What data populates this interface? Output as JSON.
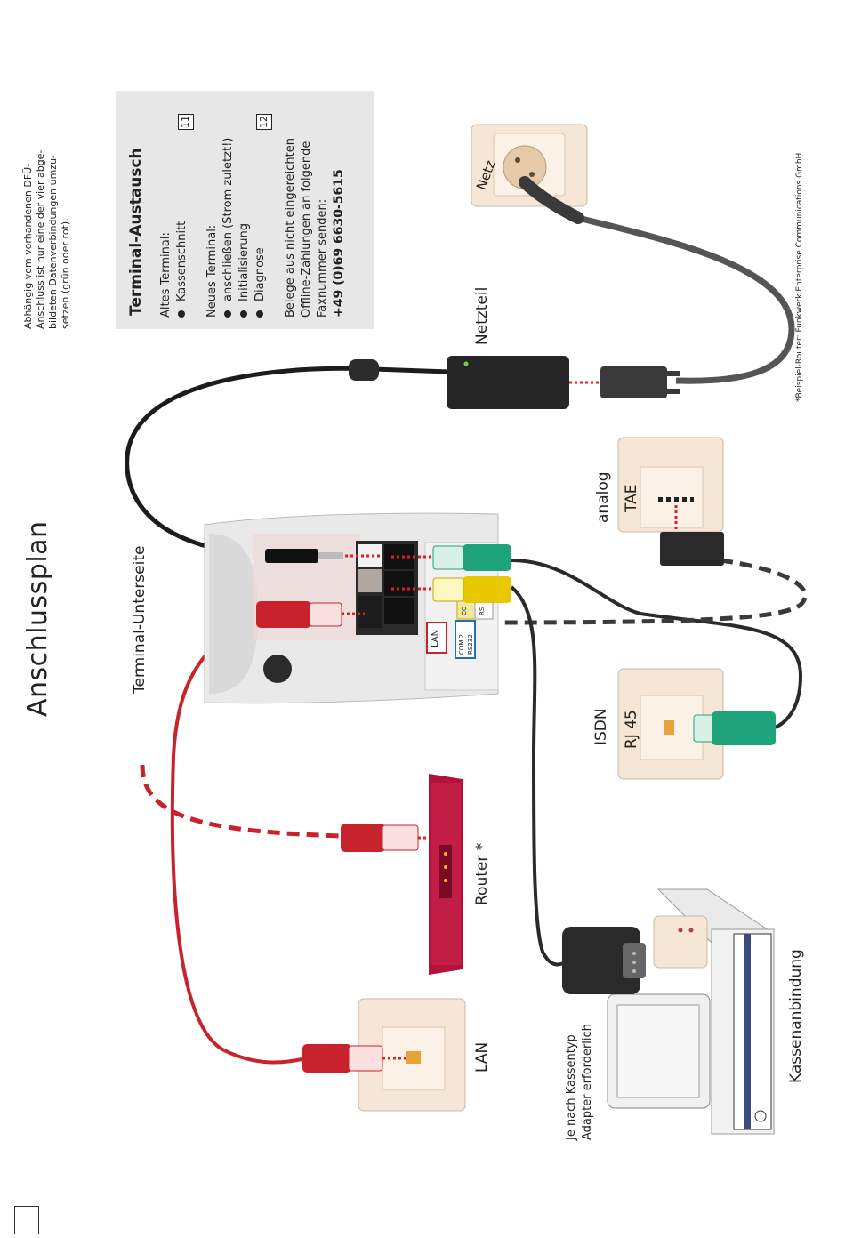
{
  "title": "Anschlussplan",
  "intro": [
    "Abhängig vom vorhandenen DFÜ-",
    "Anschluss ist nur eine der vier abge-",
    "bildeten Datenverbindungen umzu-",
    "setzen (grün oder rot)."
  ],
  "info_box": {
    "heading": "Terminal-Austausch",
    "old_label": "Altes Terminal:",
    "old_items": [
      {
        "text": "Kassenschnitt",
        "badge": "11"
      }
    ],
    "new_label": "Neues Terminal:",
    "new_items": [
      {
        "text": "anschließen (Strom zuletzt!)"
      },
      {
        "text": "Initialisierung",
        "badge": "12"
      },
      {
        "text": "Diagnose"
      }
    ],
    "fax_lines": [
      "Belege aus nicht eingereichten",
      "Offline-Zahlungen an folgende",
      "Faxnummer senden:"
    ],
    "fax_number": "+49 (0)69 6630-5615"
  },
  "labels": {
    "terminal": "Terminal-Unterseite",
    "netz": "Netz",
    "netzteil": "Netzteil",
    "analog": "analog",
    "tae": "TAE",
    "isdn": "ISDN",
    "rj45": "RJ 45",
    "router": "Router *",
    "lan": "LAN",
    "kasse": "Kassenanbindung",
    "adapter_1": "Je nach Kassentyp",
    "adapter_2": "Adapter erforderlich",
    "footnote": "*Beispiel-Router: Funkwerk Enterprise Communications GmbH"
  },
  "port_labels": [
    "LAN",
    "COM 2",
    "RS232",
    "CO",
    "RS"
  ],
  "colors": {
    "red_cable": "#c8232c",
    "green_plug": "#1fa37a",
    "yellow_plug": "#e8c800",
    "router": "#b3123a",
    "socket": "#f5e6d6"
  }
}
